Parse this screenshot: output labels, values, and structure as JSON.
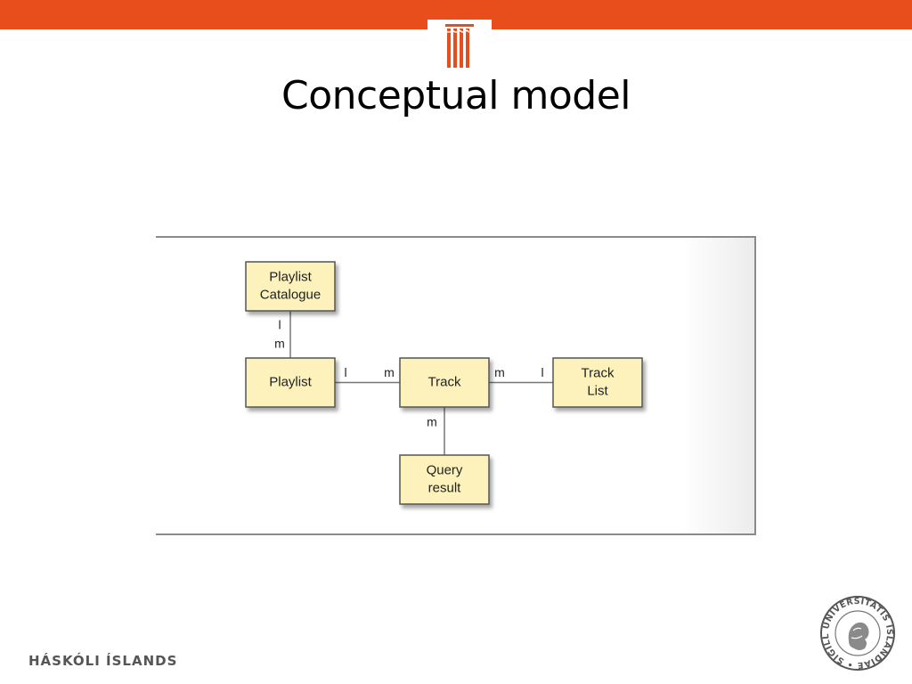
{
  "slide": {
    "title": "Conceptual model",
    "footer": "HÁSKÓLI ÍSLANDS",
    "seal_text": "UNIVERSITATIS ISLANDIAE • SIGILLUM"
  },
  "colors": {
    "accent": "#e84e1b",
    "entity_fill": "#fdf2bc",
    "entity_border": "#555555",
    "line": "#777777"
  },
  "diagram": {
    "entities": [
      {
        "id": "playlist-catalogue",
        "lines": [
          "Playlist",
          "Catalogue"
        ]
      },
      {
        "id": "playlist",
        "lines": [
          "Playlist"
        ]
      },
      {
        "id": "track",
        "lines": [
          "Track"
        ]
      },
      {
        "id": "track-list",
        "lines": [
          "Track",
          "List"
        ]
      },
      {
        "id": "query-result",
        "lines": [
          "Query",
          "result"
        ]
      }
    ],
    "relationships": [
      {
        "from": "playlist-catalogue",
        "to": "playlist",
        "from_mult": "l",
        "to_mult": "m"
      },
      {
        "from": "playlist",
        "to": "track",
        "from_mult": "l",
        "to_mult": "m"
      },
      {
        "from": "track",
        "to": "track-list",
        "from_mult": "m",
        "to_mult": "l"
      },
      {
        "from": "track",
        "to": "query-result",
        "from_mult": "m",
        "to_mult": ""
      }
    ]
  }
}
